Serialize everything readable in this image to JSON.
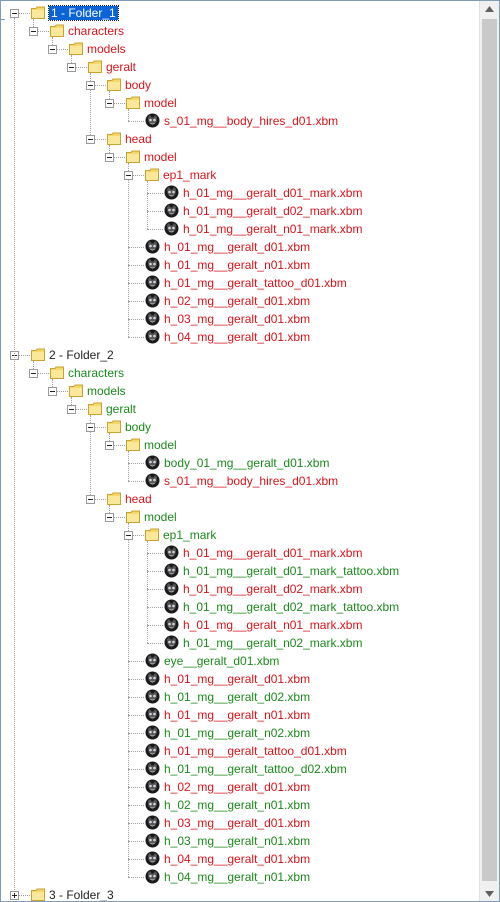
{
  "tree": {
    "rows": [
      {
        "label": "1 - Folder_1",
        "type": "folder",
        "depth": 0,
        "color": "selected",
        "expander": "minus"
      },
      {
        "label": "characters",
        "type": "folder",
        "depth": 1,
        "color": "red",
        "expander": "minus"
      },
      {
        "label": "models",
        "type": "folder",
        "depth": 2,
        "color": "red",
        "expander": "minus"
      },
      {
        "label": "geralt",
        "type": "folder",
        "depth": 3,
        "color": "red",
        "expander": "minus"
      },
      {
        "label": "body",
        "type": "folder",
        "depth": 4,
        "color": "red",
        "expander": "minus"
      },
      {
        "label": "model",
        "type": "folder",
        "depth": 5,
        "color": "red",
        "expander": "minus"
      },
      {
        "label": "s_01_mg__body_hires_d01.xbm",
        "type": "file",
        "depth": 6,
        "color": "red"
      },
      {
        "label": "head",
        "type": "folder",
        "depth": 4,
        "color": "red",
        "expander": "minus"
      },
      {
        "label": "model",
        "type": "folder",
        "depth": 5,
        "color": "red",
        "expander": "minus"
      },
      {
        "label": "ep1_mark",
        "type": "folder",
        "depth": 6,
        "color": "red",
        "expander": "minus"
      },
      {
        "label": "h_01_mg__geralt_d01_mark.xbm",
        "type": "file",
        "depth": 7,
        "color": "red"
      },
      {
        "label": "h_01_mg__geralt_d02_mark.xbm",
        "type": "file",
        "depth": 7,
        "color": "red"
      },
      {
        "label": "h_01_mg__geralt_n01_mark.xbm",
        "type": "file",
        "depth": 7,
        "color": "red"
      },
      {
        "label": "h_01_mg__geralt_d01.xbm",
        "type": "file",
        "depth": 6,
        "color": "red"
      },
      {
        "label": "h_01_mg__geralt_n01.xbm",
        "type": "file",
        "depth": 6,
        "color": "red"
      },
      {
        "label": "h_01_mg__geralt_tattoo_d01.xbm",
        "type": "file",
        "depth": 6,
        "color": "red"
      },
      {
        "label": "h_02_mg__geralt_d01.xbm",
        "type": "file",
        "depth": 6,
        "color": "red"
      },
      {
        "label": "h_03_mg__geralt_d01.xbm",
        "type": "file",
        "depth": 6,
        "color": "red"
      },
      {
        "label": "h_04_mg__geralt_d01.xbm",
        "type": "file",
        "depth": 6,
        "color": "red"
      },
      {
        "label": "2 - Folder_2",
        "type": "folder",
        "depth": 0,
        "color": "black",
        "expander": "minus"
      },
      {
        "label": "characters",
        "type": "folder",
        "depth": 1,
        "color": "green",
        "expander": "minus"
      },
      {
        "label": "models",
        "type": "folder",
        "depth": 2,
        "color": "green",
        "expander": "minus"
      },
      {
        "label": "geralt",
        "type": "folder",
        "depth": 3,
        "color": "green",
        "expander": "minus"
      },
      {
        "label": "body",
        "type": "folder",
        "depth": 4,
        "color": "green",
        "expander": "minus"
      },
      {
        "label": "model",
        "type": "folder",
        "depth": 5,
        "color": "green",
        "expander": "minus"
      },
      {
        "label": "body_01_mg__geralt_d01.xbm",
        "type": "file",
        "depth": 6,
        "color": "green"
      },
      {
        "label": "s_01_mg__body_hires_d01.xbm",
        "type": "file",
        "depth": 6,
        "color": "red"
      },
      {
        "label": "head",
        "type": "folder",
        "depth": 4,
        "color": "red",
        "expander": "minus"
      },
      {
        "label": "model",
        "type": "folder",
        "depth": 5,
        "color": "green",
        "expander": "minus"
      },
      {
        "label": "ep1_mark",
        "type": "folder",
        "depth": 6,
        "color": "green",
        "expander": "minus"
      },
      {
        "label": "h_01_mg__geralt_d01_mark.xbm",
        "type": "file",
        "depth": 7,
        "color": "red"
      },
      {
        "label": "h_01_mg__geralt_d01_mark_tattoo.xbm",
        "type": "file",
        "depth": 7,
        "color": "green"
      },
      {
        "label": "h_01_mg__geralt_d02_mark.xbm",
        "type": "file",
        "depth": 7,
        "color": "red"
      },
      {
        "label": "h_01_mg__geralt_d02_mark_tattoo.xbm",
        "type": "file",
        "depth": 7,
        "color": "green"
      },
      {
        "label": "h_01_mg__geralt_n01_mark.xbm",
        "type": "file",
        "depth": 7,
        "color": "red"
      },
      {
        "label": "h_01_mg__geralt_n02_mark.xbm",
        "type": "file",
        "depth": 7,
        "color": "green"
      },
      {
        "label": "eye__geralt_d01.xbm",
        "type": "file",
        "depth": 6,
        "color": "green"
      },
      {
        "label": "h_01_mg__geralt_d01.xbm",
        "type": "file",
        "depth": 6,
        "color": "red"
      },
      {
        "label": "h_01_mg__geralt_d02.xbm",
        "type": "file",
        "depth": 6,
        "color": "green"
      },
      {
        "label": "h_01_mg__geralt_n01.xbm",
        "type": "file",
        "depth": 6,
        "color": "red"
      },
      {
        "label": "h_01_mg__geralt_n02.xbm",
        "type": "file",
        "depth": 6,
        "color": "green"
      },
      {
        "label": "h_01_mg__geralt_tattoo_d01.xbm",
        "type": "file",
        "depth": 6,
        "color": "red"
      },
      {
        "label": "h_01_mg__geralt_tattoo_d02.xbm",
        "type": "file",
        "depth": 6,
        "color": "green"
      },
      {
        "label": "h_02_mg__geralt_d01.xbm",
        "type": "file",
        "depth": 6,
        "color": "red"
      },
      {
        "label": "h_02_mg__geralt_n01.xbm",
        "type": "file",
        "depth": 6,
        "color": "green"
      },
      {
        "label": "h_03_mg__geralt_d01.xbm",
        "type": "file",
        "depth": 6,
        "color": "red"
      },
      {
        "label": "h_03_mg__geralt_n01.xbm",
        "type": "file",
        "depth": 6,
        "color": "green"
      },
      {
        "label": "h_04_mg__geralt_d01.xbm",
        "type": "file",
        "depth": 6,
        "color": "red"
      },
      {
        "label": "h_04_mg__geralt_n01.xbm",
        "type": "file",
        "depth": 6,
        "color": "green"
      },
      {
        "label": "3 - Folder_3",
        "type": "folder",
        "depth": 0,
        "color": "black",
        "expander": "plus"
      }
    ]
  },
  "colors": {
    "red": "#d8141a",
    "green": "#1b8a1b",
    "selection": "#0a64d8",
    "folder": "#f5d86a"
  },
  "icons": {
    "folder": "folder-icon",
    "file": "texture-file-icon",
    "expand": "tree-expander-icon"
  }
}
